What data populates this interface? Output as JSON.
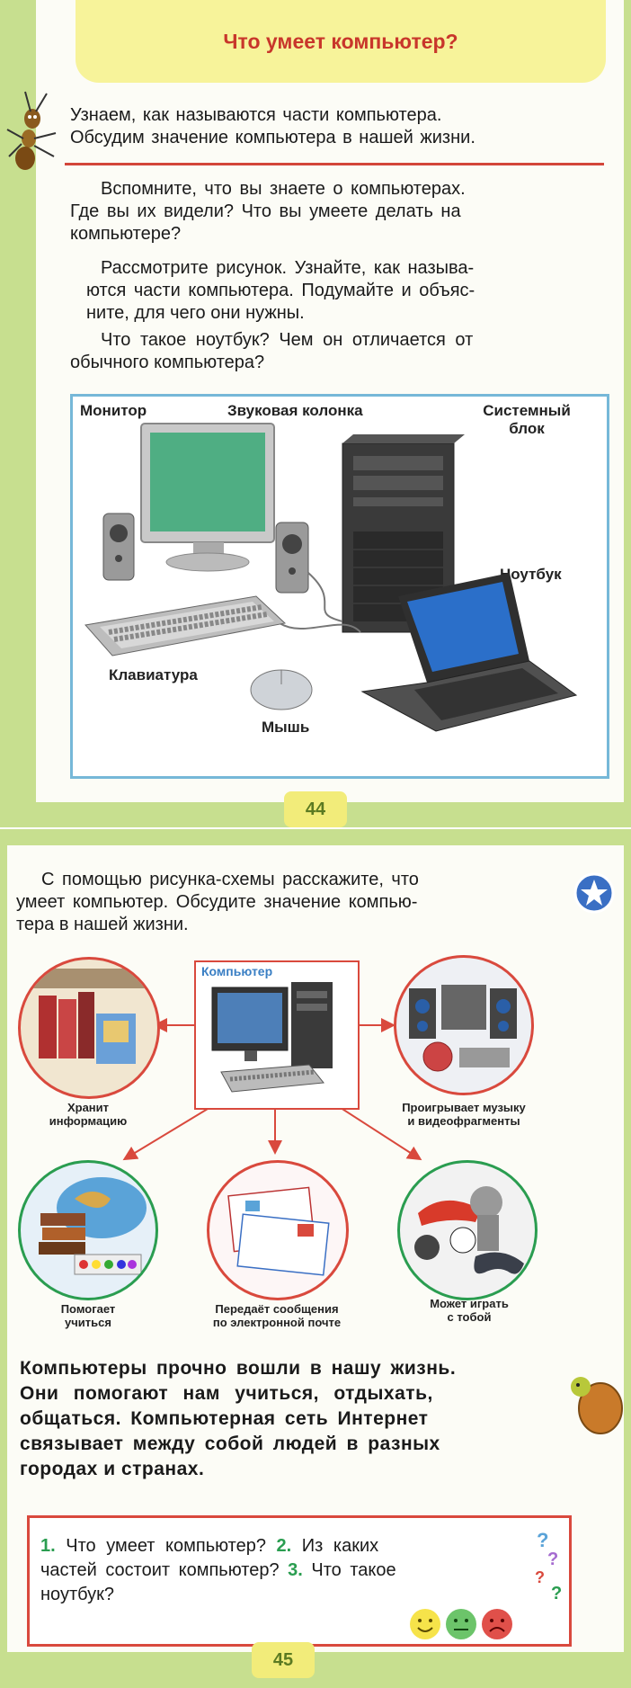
{
  "page44": {
    "title": "Что умеет компьютер?",
    "goals": [
      "Узнаем, как называются части компьютера.",
      "Обсудим значение компьютера в нашей жизни."
    ],
    "para1": [
      "Вспомните, что вы знаете о компьютерах.",
      "Где вы их видели? Что вы умеете делать на",
      "компьютере?"
    ],
    "para2": [
      "Рассмотрите рисунок. Узнайте, как называ-",
      "ются части компьютера. Подумайте и объяс-",
      "ните, для чего они нужны."
    ],
    "para3": [
      "Что такое ноутбук? Чем он отличается от",
      "обычного компьютера?"
    ],
    "labels": {
      "monitor": "Монитор",
      "speaker": "Звуковая колонка",
      "system_unit_1": "Системный",
      "system_unit_2": "блок",
      "laptop": "Ноутбук",
      "keyboard": "Клавиатура",
      "mouse": "Мышь"
    },
    "page_number": "44"
  },
  "page45": {
    "intro": [
      "С помощью рисунка-схемы расскажите, что",
      "умеет компьютер. Обсудите значение компью-",
      "тера в нашей жизни."
    ],
    "computer_label": "Компьютер",
    "captions": {
      "stores_1": "Хранит",
      "stores_2": "информацию",
      "plays_1": "Проигрывает музыку",
      "plays_2": "и видеофрагменты",
      "helps_1": "Помогает",
      "helps_2": "учиться",
      "mail_1": "Передаёт сообщения",
      "mail_2": "по электронной почте",
      "game_1": "Может играть",
      "game_2": "с тобой"
    },
    "summary": [
      "Компьютеры прочно вошли в нашу жизнь.",
      "Они помогают нам учиться, отдыхать,",
      "общаться. Компьютерная сеть Интернет",
      "связывает между собой людей в разных",
      "городах и странах."
    ],
    "questions": {
      "n1": "1.",
      "q1": "Что умеет компьютер?",
      "n2": "2.",
      "q2a": "Из каких",
      "q2b": "частей состоит компьютер?",
      "n3": "3.",
      "q3a": "Что такое",
      "q3b": "ноутбук?"
    },
    "page_number": "45"
  }
}
